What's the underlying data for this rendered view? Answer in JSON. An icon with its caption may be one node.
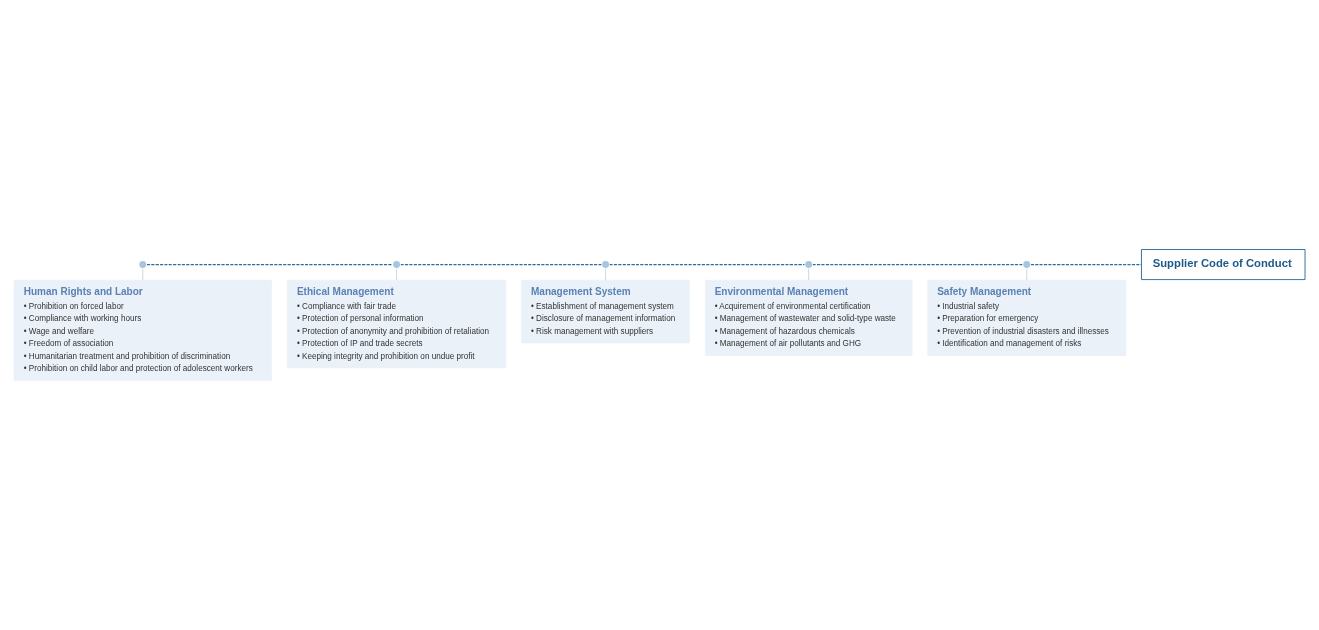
{
  "diagram": {
    "nodes": [
      {
        "text": [
          "Human Rights and Labor",
          "• Prohibition on forced labor",
          "• Compliance with working hours",
          "• Wage and welfare",
          "• Freedom of association",
          "• Humanitarian treatment and prohibition of discrimination",
          "• Prohibition on child labor and protection of adolescent workers"
        ]
      },
      {
        "text": [
          "Management System",
          "• Establishment of management system",
          "• Disclosure of management information",
          "• Risk management with suppliers"
        ]
      },
      {
        "text": [
          "Safety Management",
          "• Industrial safety",
          "• Preparation for emergency",
          "• Prevention of industrial disasters and illnesses",
          "• Identification and management of risks"
        ]
      },
      {
        "text": [
          "Ethical Management",
          "• Compliance with fair trade",
          "• Protection of personal information",
          "• Protection of anonymity and prohibition of retaliation",
          "• Protection of IP and trade secrets",
          "• Keeping integrity and prohibition on undue profit"
        ]
      },
      {
        "text": [
          "Environmental Management",
          "• Acquirement of environmental certification",
          "• Management of wastewater and solid-type waste",
          "• Management of hazardous chemicals",
          "• Management of air pollutants and GHG"
        ]
      },
      {
        "text": [
          "Supplier Code of Conduct"
        ]
      },
      {
        "text": [],
        "shape": "circle"
      },
      {
        "text": [],
        "shape": "circle"
      },
      {
        "text": [],
        "shape": "circle"
      },
      {
        "text": [],
        "shape": "circle"
      },
      {
        "text": [],
        "shape": "circle"
      }
    ],
    "edges": [
      {
        "from": 6,
        "to": 0,
        "arrow": "none"
      },
      {
        "from": 7,
        "to": 3,
        "arrow": "none"
      },
      {
        "from": 8,
        "to": 1,
        "arrow": "none"
      },
      {
        "from": 9,
        "to": 4,
        "arrow": "none"
      },
      {
        "from": 10,
        "to": 2,
        "arrow": "none"
      },
      {
        "from": 6,
        "to": 7,
        "arrow": "none",
        "style": "dashed",
        "color": "#2e6b9e"
      },
      {
        "from": 7,
        "to": 8,
        "arrow": "none",
        "style": "dashed",
        "color": "#2e6b9e"
      },
      {
        "from": 8,
        "to": 9,
        "arrow": "none",
        "style": "dashed",
        "color": "#2e6b9e"
      },
      {
        "from": 9,
        "to": 10,
        "arrow": "none",
        "style": "dashed",
        "color": "#2e6b9e"
      },
      {
        "from": 10,
        "to": 5,
        "arrow": "none",
        "style": "dashed",
        "color": "#2e6b9e"
      }
    ]
  }
}
